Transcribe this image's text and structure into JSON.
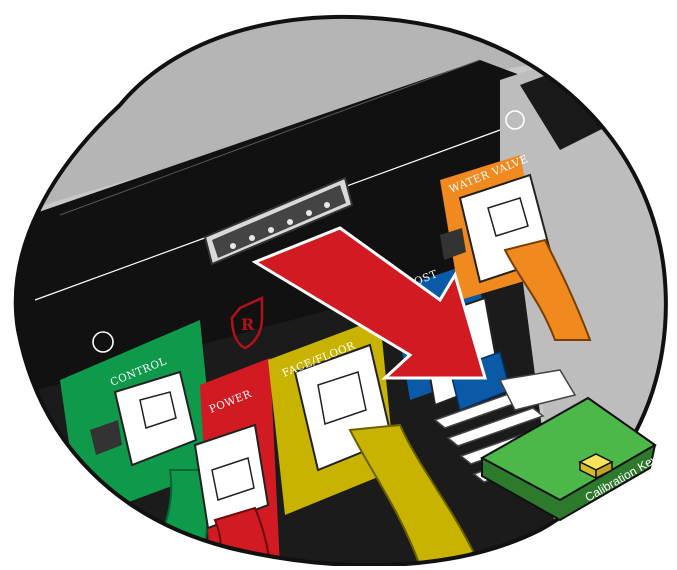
{
  "ports": {
    "control": "CONTROL",
    "power": "POWER",
    "face_floor": "FACE/FLOOR",
    "defrost": "DEFROST",
    "water_valve": "WATER VALVE"
  },
  "calibration_key": {
    "label": "Calibration Key"
  },
  "colors": {
    "control": "#0e9a4a",
    "power": "#d11a22",
    "face_floor": "#c8b400",
    "defrost": "#0a5aa8",
    "water_valve": "#f18a1e",
    "arrow": "#d11a22",
    "key_board": "#4cb84a"
  }
}
